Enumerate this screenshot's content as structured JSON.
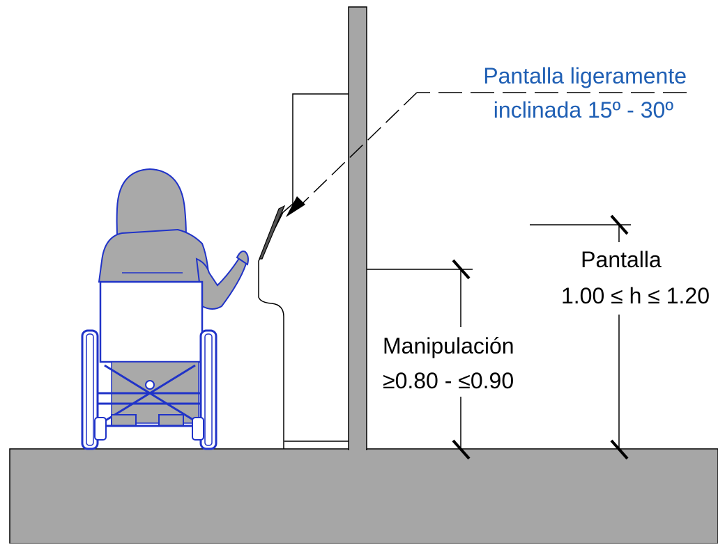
{
  "annotation": {
    "line1": "Pantalla ligeramente",
    "line2": "inclinada 15º - 30º"
  },
  "dimensions": {
    "screen": {
      "label": "Pantalla",
      "range": "1.00 ≤ h ≤ 1.20"
    },
    "manipulation": {
      "label": "Manipulación",
      "range": "≥0.80 - ≤0.90"
    }
  },
  "colors": {
    "ground": "#a6a6a6",
    "wall": "#a6a6a6",
    "line": "#000000",
    "annotation": "#1f5fb4",
    "figure": "#2033c8",
    "figure_fill": "#a9a9a9"
  }
}
